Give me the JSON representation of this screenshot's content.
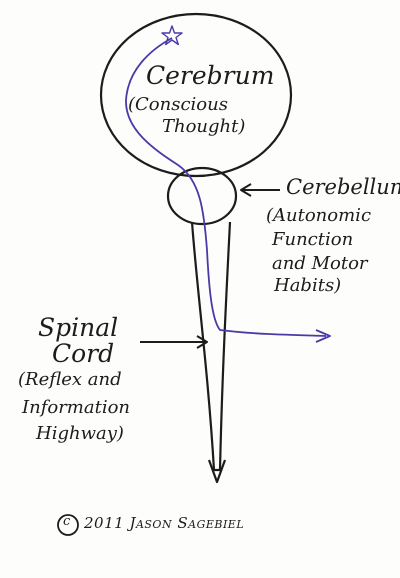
{
  "labels": {
    "cerebrum": {
      "name": "Cerebrum",
      "function_line1": "(Conscious",
      "function_line2": "Thought)"
    },
    "cerebellum": {
      "name": "Cerebellum",
      "function_line1": "(Autonomic",
      "function_line2": "Function",
      "function_line3": "and Motor",
      "function_line4": "Habits)"
    },
    "spinal_cord": {
      "name_line1": "Spinal",
      "name_line2": "Cord",
      "function_line1": "(Reflex and",
      "function_line2": "Information",
      "function_line3": "Highway)"
    }
  },
  "copyright": {
    "symbol": "c",
    "text": "2011 Jason Sagebiel"
  },
  "colors": {
    "ink": "#1c1c1c",
    "nerve_path": "#4a3aa8"
  },
  "icons": {
    "start_marker": "star-icon"
  }
}
